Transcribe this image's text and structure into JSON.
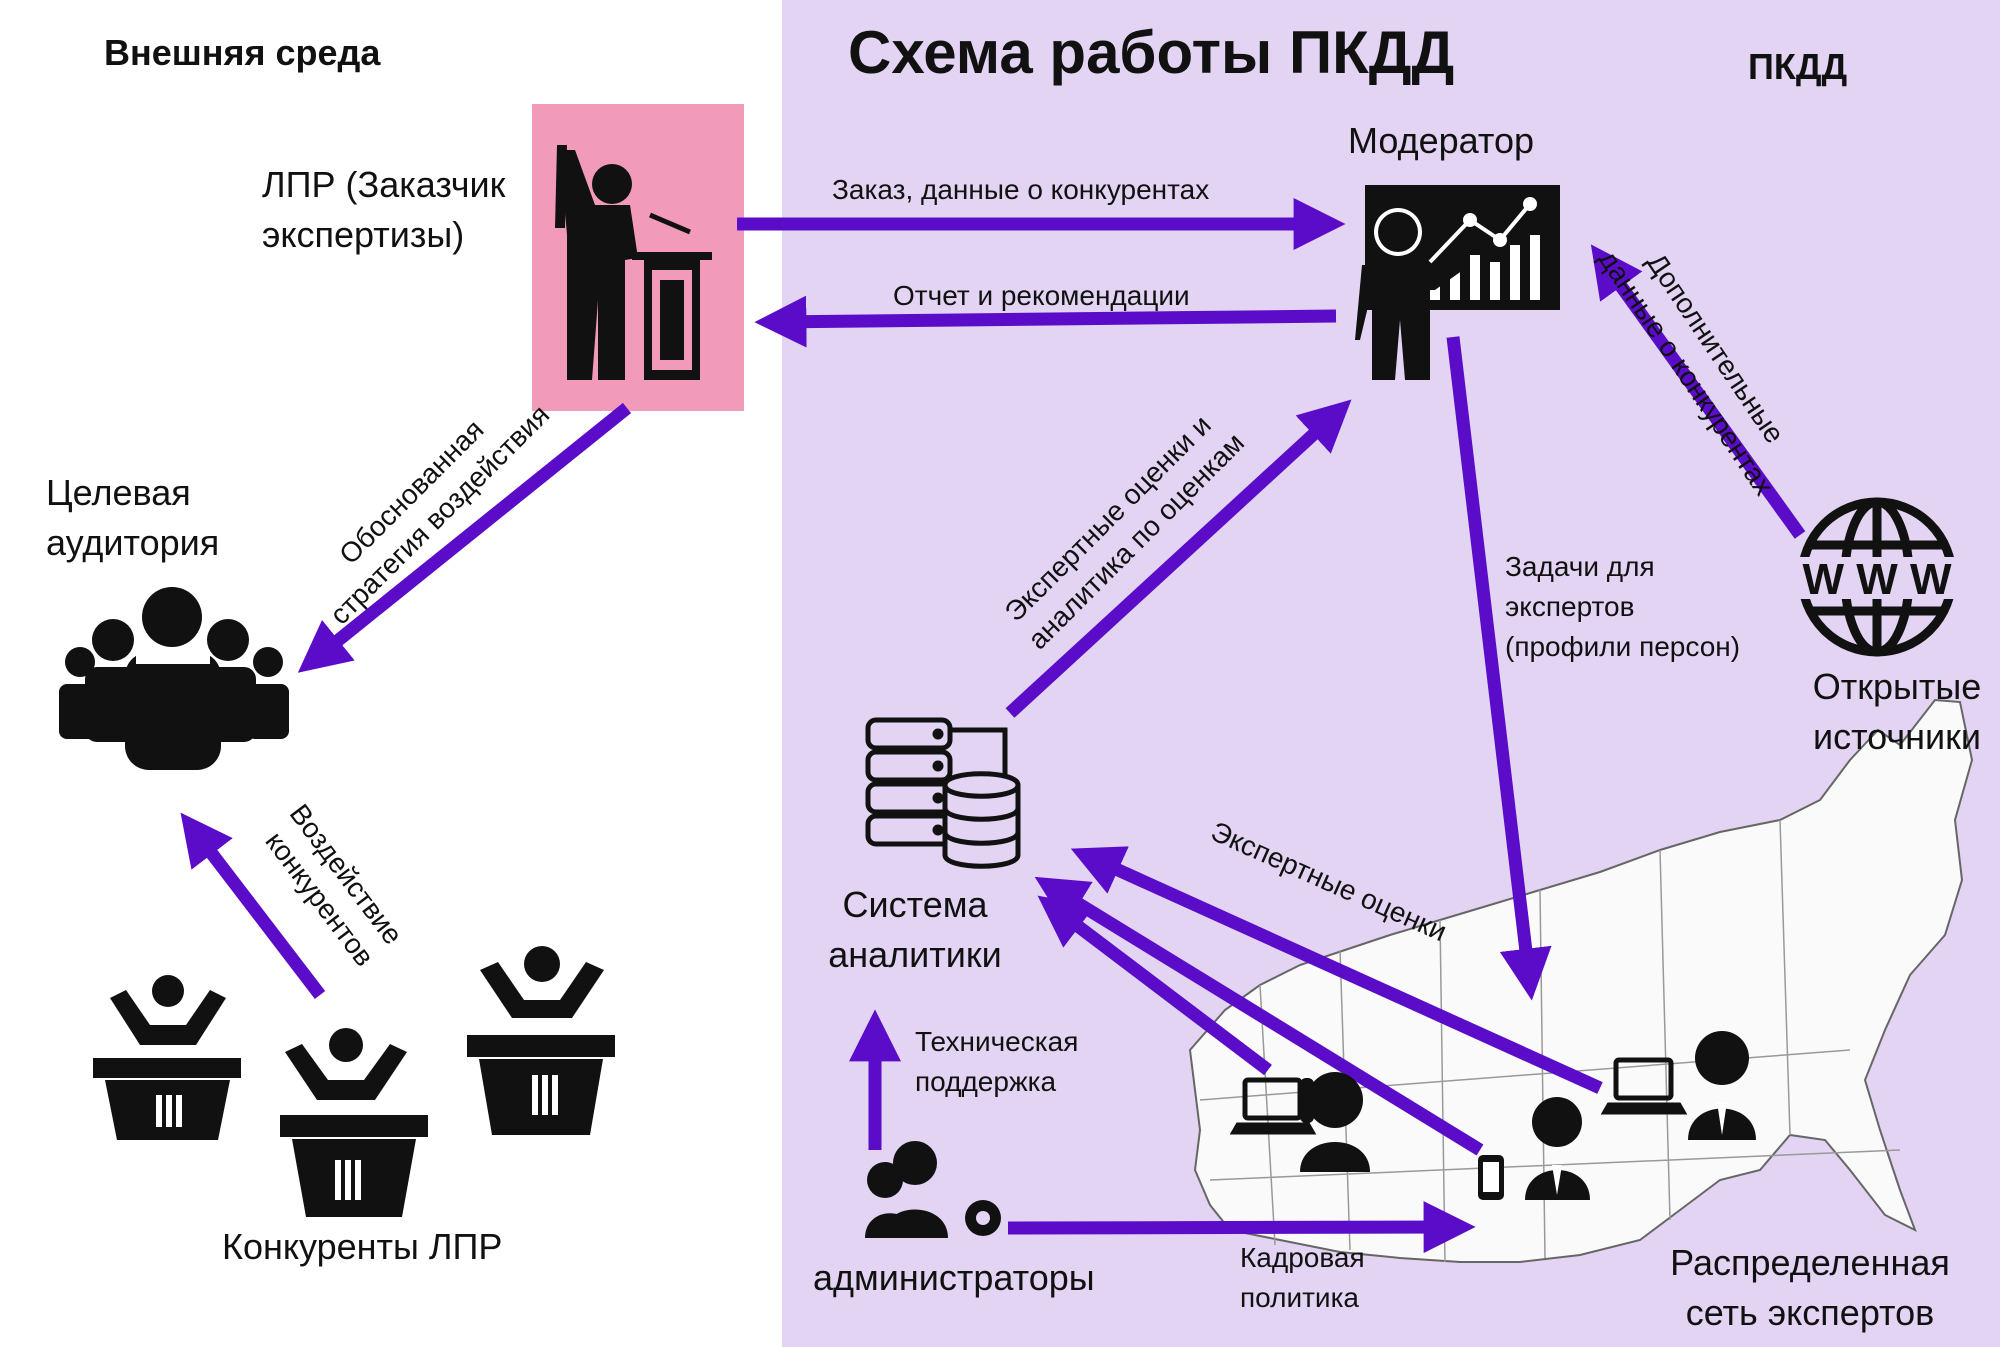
{
  "zones": {
    "external_label": "Внешняя среда",
    "internal_label": "ПКДД",
    "internal_bg": "#e2d4f2",
    "lpr_box": "#f29aba"
  },
  "title": "Схема работы ПКДД",
  "nodes": {
    "lpr": [
      "ЛПР (Заказчик",
      "экспертизы)"
    ],
    "target": [
      "Целевая",
      "аудитория"
    ],
    "competitors": "Конкуренты ЛПР",
    "moderator": "Модератор",
    "open_sources": [
      "Открытые",
      "источники"
    ],
    "analytics": [
      "Система",
      "аналитики"
    ],
    "admins": "администраторы",
    "experts": [
      "Распределенная",
      "сеть экспертов"
    ]
  },
  "edges": {
    "order": "Заказ, данные о конкурентах",
    "report": "Отчет и рекомендации",
    "extra": [
      "Дополнительные",
      "данные о конкурентах"
    ],
    "strategy": [
      "Обоснованная",
      "стратегия воздействия"
    ],
    "competitor_impact": [
      "Воздействие",
      "конкурентов"
    ],
    "expert_assess_analytics": [
      "Экспертные оценки и",
      "аналитика по оценкам"
    ],
    "tasks": [
      "Задачи для",
      "экспертов",
      "(профили персон)"
    ],
    "expert_assess": "Экспертные оценки",
    "tech_support": [
      "Техническая",
      "поддержка"
    ],
    "hr_policy": [
      "Кадровая",
      "политика"
    ]
  },
  "icons": {
    "speaker": "speaker-at-podium-icon",
    "presenter": "presenter-with-chart-icon",
    "globe": "www-globe-icon",
    "audience": "audience-group-icon",
    "database": "server-database-icon",
    "admin": "admin-gear-icon",
    "map": "russia-map-icon",
    "laptop": "laptop-icon",
    "woman": "woman-headset-icon",
    "man": "businessman-icon",
    "phone": "phone-icon",
    "competitor": "competitor-podium-icon"
  },
  "colors": {
    "arrow": "#5b0cc9",
    "icon": "#111111"
  }
}
